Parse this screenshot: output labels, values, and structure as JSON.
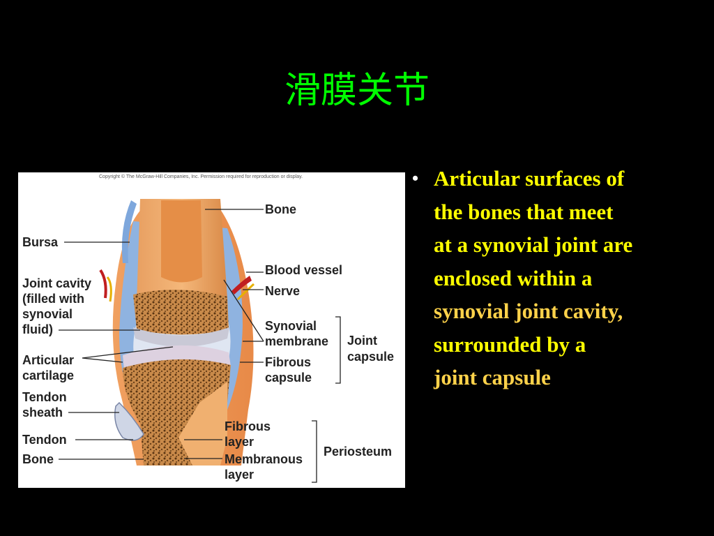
{
  "title": "滑膜关节",
  "bullet": {
    "line1": "Articular surfaces of",
    "line2": "the bones that meet",
    "line3": "at a synovial joint are",
    "line4": "enclosed within a",
    "line5": "synovial joint cavity,",
    "line6": "surrounded by a",
    "line7": "joint capsule"
  },
  "figure": {
    "copyright": "Copyright © The McGraw-Hill Companies, Inc. Permission required for reproduction or display.",
    "labels": {
      "bone_top": "Bone",
      "bursa": "Bursa",
      "blood_vessel": "Blood vessel",
      "nerve": "Nerve",
      "joint_cavity_1": "Joint cavity",
      "joint_cavity_2": "(filled with",
      "joint_cavity_3": "synovial",
      "joint_cavity_4": "fluid)",
      "synovial_1": "Synovial",
      "synovial_2": "membrane",
      "joint_capsule_1": "Joint",
      "joint_capsule_2": "capsule",
      "articular_1": "Articular",
      "articular_2": "cartilage",
      "fibrous_capsule_1": "Fibrous",
      "fibrous_capsule_2": "capsule",
      "tendon_sheath_1": "Tendon",
      "tendon_sheath_2": "sheath",
      "tendon": "Tendon",
      "bone_bottom": "Bone",
      "fibrous_layer_1": "Fibrous",
      "fibrous_layer_2": "layer",
      "membranous_1": "Membranous",
      "membranous_2": "layer",
      "periosteum": "Periosteum"
    }
  }
}
